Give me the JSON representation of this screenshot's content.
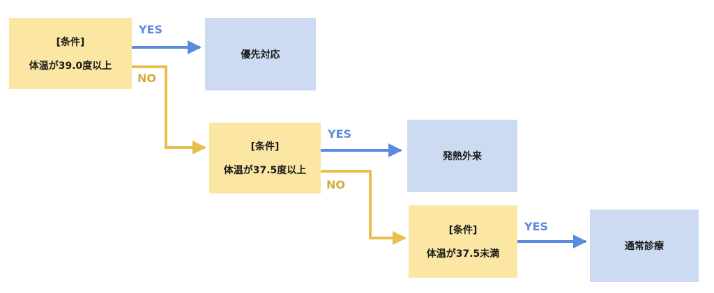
{
  "colors": {
    "condition_fill": "#fbe6a4",
    "result_fill": "#ccdaf2",
    "yes_arrow": "#5b8bdc",
    "no_arrow": "#e8bf4d"
  },
  "labels": {
    "yes": "YES",
    "no": "NO"
  },
  "conditions": [
    {
      "tag": "[条件]",
      "text": "体温が39.0度以上"
    },
    {
      "tag": "[条件]",
      "text": "体温が37.5度以上"
    },
    {
      "tag": "[条件]",
      "text": "体温が37.5未満"
    }
  ],
  "results": [
    {
      "text": "優先対応"
    },
    {
      "text": "発熱外来"
    },
    {
      "text": "通常診療"
    }
  ]
}
